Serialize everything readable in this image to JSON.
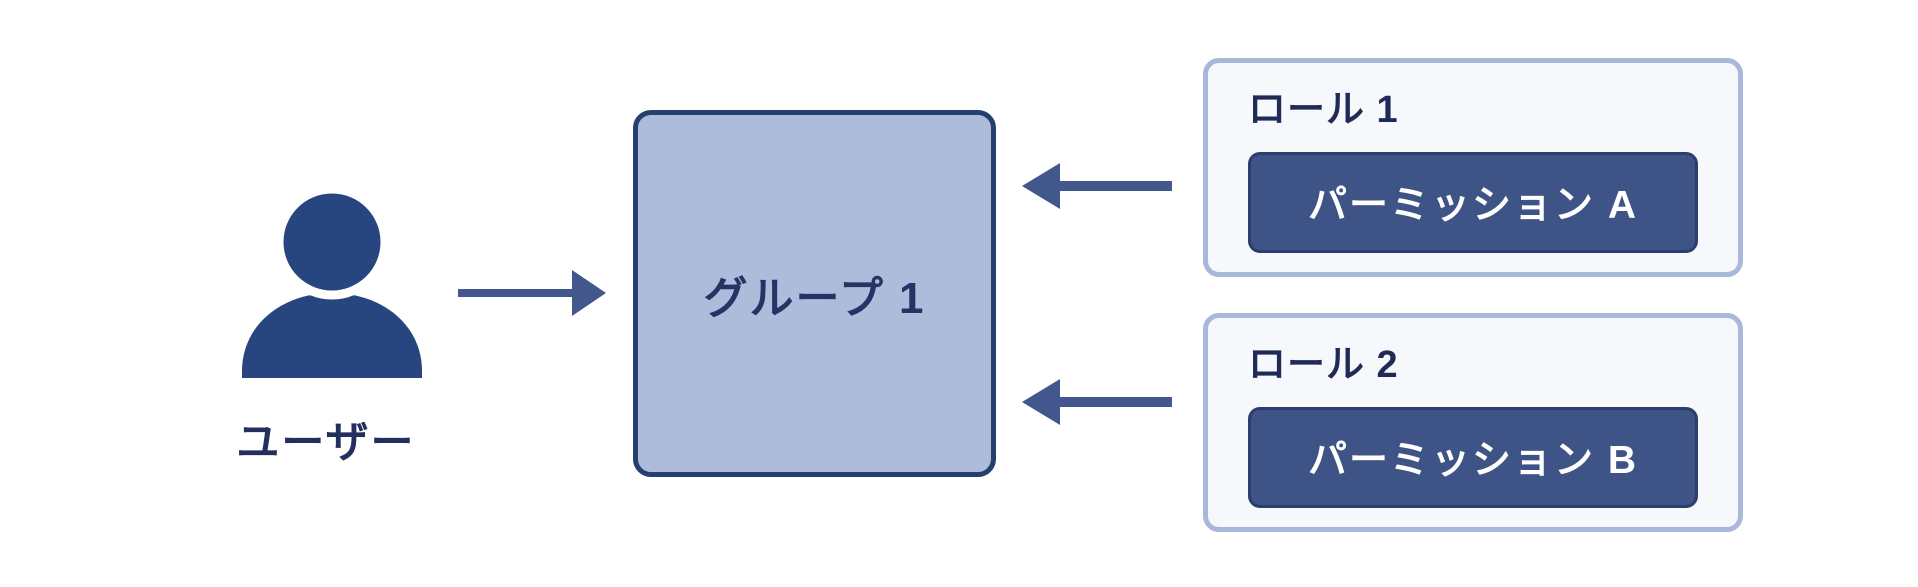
{
  "user": {
    "label": "ユーザー",
    "icon": "user-icon"
  },
  "group": {
    "label": "グループ 1"
  },
  "roles": [
    {
      "label": "ロール 1",
      "permission_label": "パーミッション A"
    },
    {
      "label": "ロール 2",
      "permission_label": "パーミッション B"
    }
  ],
  "arrows": [
    {
      "name": "user-to-group",
      "direction": "right"
    },
    {
      "name": "role1-to-group",
      "direction": "left"
    },
    {
      "name": "role2-to-group",
      "direction": "left"
    }
  ],
  "colors": {
    "background": "#ffffff",
    "icon_navy": "#27457f",
    "label_text": "#232f5e",
    "arrow": "#42578b",
    "group_fill": "#aebcdc",
    "group_border": "#24406f",
    "group_text": "#233465",
    "role_fill": "#f6f8fb",
    "role_border": "#a9b7db",
    "role_text": "#1f2b56",
    "permission_fill": "#3e5386",
    "permission_border": "#2c3e6b",
    "permission_text": "#ffffff"
  }
}
